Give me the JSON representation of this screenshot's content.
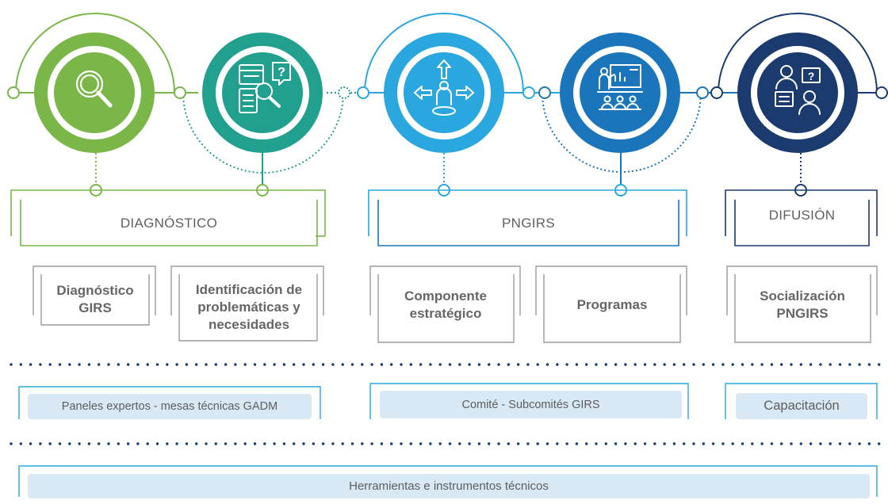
{
  "colors": {
    "green": "#7ab648",
    "teal": "#22a08f",
    "light_blue": "#2aa7df",
    "blue": "#1b75bb",
    "navy": "#1b3a6e",
    "gray_frame": "#9a9a9a",
    "pill_fill": "#d9e8f5"
  },
  "process_icons": [
    {
      "name": "magnifier-icon"
    },
    {
      "name": "document-search-question-icon"
    },
    {
      "name": "person-directions-icon"
    },
    {
      "name": "presentation-audience-icon"
    },
    {
      "name": "people-dialogue-icon"
    }
  ],
  "stages": {
    "diagnostico": "DIAGNÓSTICO",
    "pngirs": "PNGIRS",
    "difusion": "DIFUSIÓN"
  },
  "steps": {
    "diagnostico_girs": "Diagnóstico GIRS",
    "identificacion": "Identificación de problemáticas y necesidades",
    "componente": "Componente estratégico",
    "programas": "Programas",
    "socializacion": "Socialización PNGIRS"
  },
  "participation": {
    "paneles": "Paneles expertos - mesas técnicas GADM",
    "comite": "Comité - Subcomités GIRS",
    "capacitacion": "Capacitación"
  },
  "tools": {
    "herramientas": "Herramientas e instrumentos técnicos"
  }
}
